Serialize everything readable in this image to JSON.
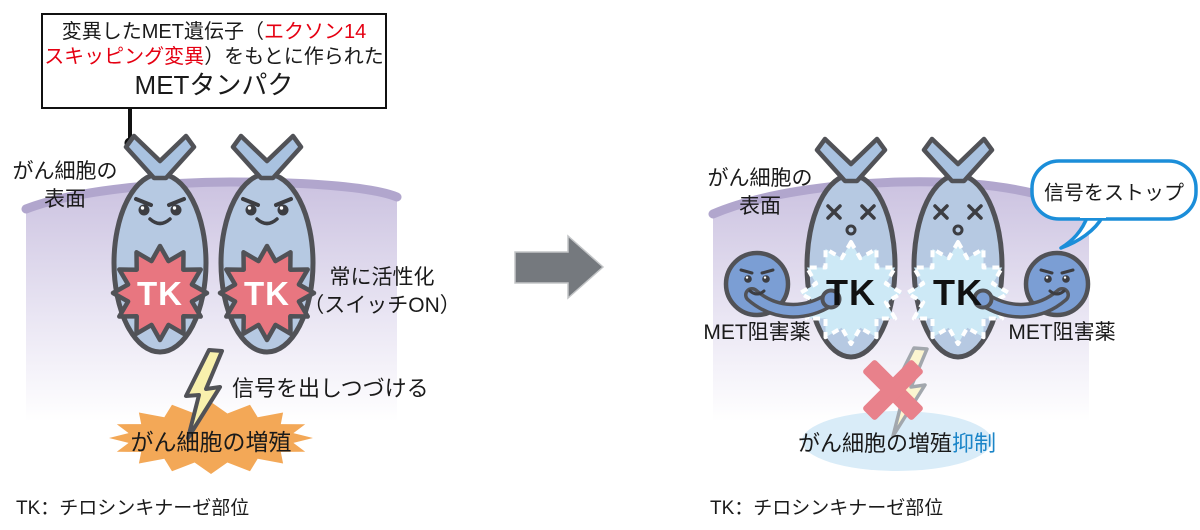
{
  "annotation_box": {
    "line1_black": "変異したMET遺伝子（",
    "line1_red": "エクソン14",
    "line2_red": "スキッピング変異",
    "line2_black": "）をもとに作られた",
    "line3": "METタンパク"
  },
  "left_panel": {
    "surface_label_line1": "がん細胞の",
    "surface_label_line2": "表面",
    "tk_label": "TK",
    "always_active_line1": "常に活性化",
    "always_active_line2": "（スイッチON）",
    "signal_label": "信号を出しつづける",
    "proliferation_label": "がん細胞の増殖",
    "footnote": "TK：チロシンキナーゼ部位"
  },
  "right_panel": {
    "surface_label_line1": "がん細胞の",
    "surface_label_line2": "表面",
    "tk_label": "TK",
    "inhibitor_label_left": "MET阻害薬",
    "inhibitor_label_right": "MET阻害薬",
    "speech_bubble": "信号をストップ",
    "suppression_black": "がん細胞の増殖",
    "suppression_blue": "抑制",
    "footnote": "TK：チロシンキナーゼ部位"
  },
  "colors": {
    "membrane": "#b1a6cd",
    "cell_fill": "#b6c9e2",
    "cell_outline": "#515257",
    "tk_star_active": "#e87680",
    "tk_star_blocked": "#cde9f6",
    "inhibitor_body": "#7b9ed4",
    "lightning": "#f8f0ac",
    "proliferation_star": "#f3a857",
    "block_x": "#e8818b",
    "suppression_ellipse": "#d9ecf8",
    "bubble_border": "#1b8ed9",
    "red_text": "#e50012",
    "blue_text": "#1b85c8",
    "arrow": "#75797e"
  }
}
